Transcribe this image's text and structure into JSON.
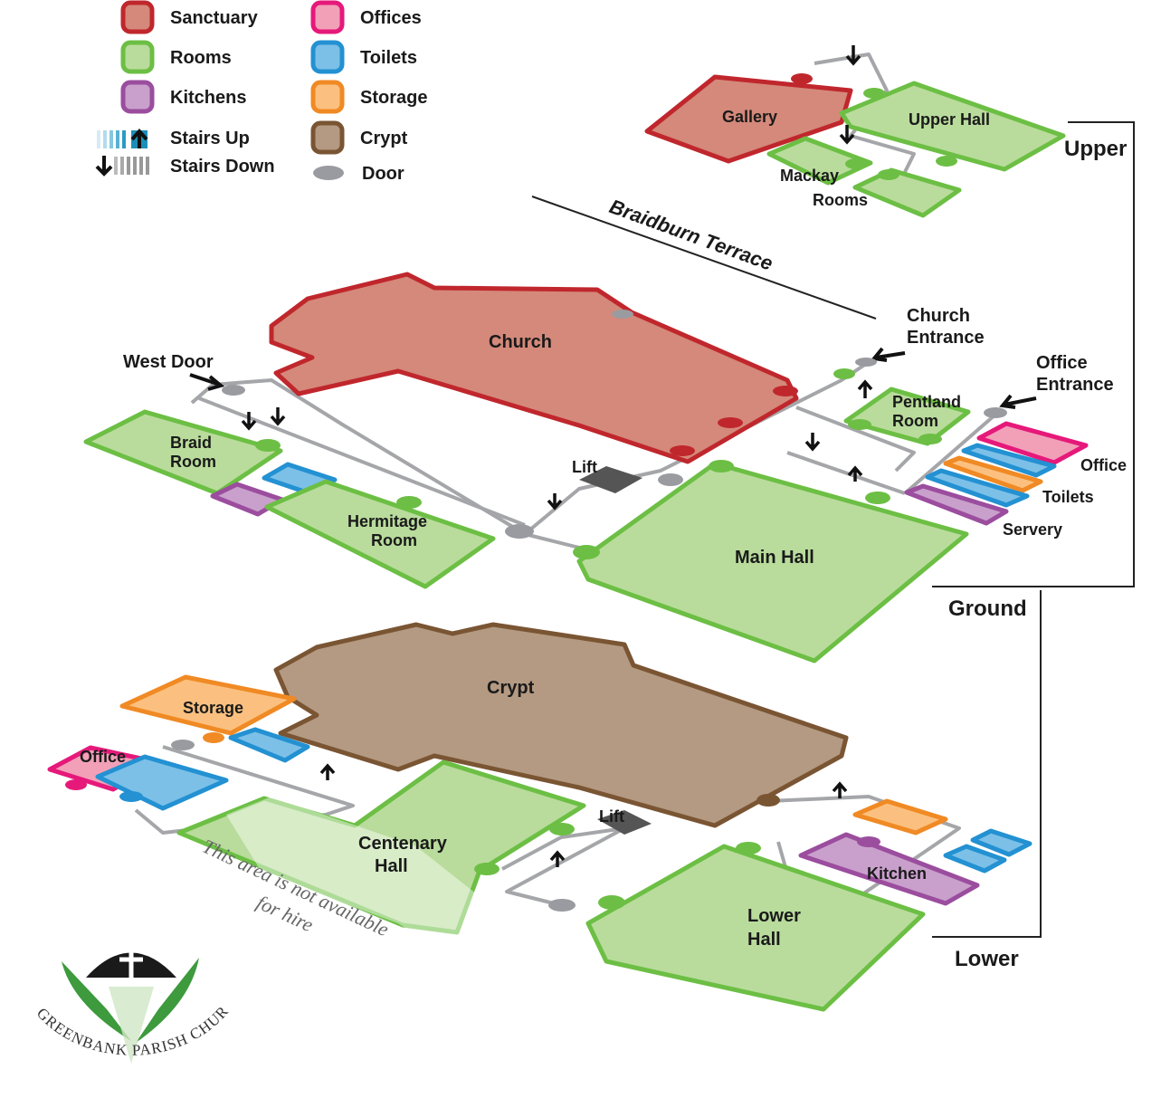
{
  "legend": {
    "items": [
      {
        "label": "Sanctuary",
        "fill": "#d4897a",
        "stroke": "#c0272d"
      },
      {
        "label": "Rooms",
        "fill": "#b9dc9c",
        "stroke": "#6cbf44"
      },
      {
        "label": "Kitchens",
        "fill": "#c9a0cc",
        "stroke": "#9b4d9e"
      },
      {
        "label": "Offices",
        "fill": "#f2a0b8",
        "stroke": "#e6197a"
      },
      {
        "label": "Toilets",
        "fill": "#7cc0e8",
        "stroke": "#2391d2"
      },
      {
        "label": "Storage",
        "fill": "#fbc07f",
        "stroke": "#f08a24"
      },
      {
        "label": "Crypt",
        "fill": "#b49a82",
        "stroke": "#7a5533"
      }
    ],
    "stairs_up": "Stairs Up",
    "stairs_down": "Stairs Down",
    "door": "Door",
    "door_color": "#9a9ba0"
  },
  "levels": {
    "upper": "Upper",
    "ground": "Ground",
    "lower": "Lower"
  },
  "street": "Braidburn Terrace",
  "upper": {
    "gallery": "Gallery",
    "upper_hall": "Upper Hall",
    "mackay_1": "Mackay",
    "mackay_2": "Rooms"
  },
  "ground": {
    "church": "Church",
    "west_door": "West Door",
    "church_entrance_1": "Church",
    "church_entrance_2": "Entrance",
    "office_entrance_1": "Office",
    "office_entrance_2": "Entrance",
    "braid_1": "Braid",
    "braid_2": "Room",
    "hermitage_1": "Hermitage",
    "hermitage_2": "Room",
    "lift": "Lift",
    "main_hall": "Main Hall",
    "pentland_1": "Pentland",
    "pentland_2": "Room",
    "office": "Office",
    "toilets": "Toilets",
    "servery": "Servery"
  },
  "lower": {
    "crypt": "Crypt",
    "storage": "Storage",
    "office": "Office",
    "centenary_1": "Centenary",
    "centenary_2": "Hall",
    "lift": "Lift",
    "lower_hall_1": "Lower",
    "lower_hall_2": "Hall",
    "kitchen": "Kitchen",
    "note_1": "This area is not available",
    "note_2": "for hire"
  },
  "logo": {
    "text": "GREENBANK PARISH CHURCH"
  }
}
